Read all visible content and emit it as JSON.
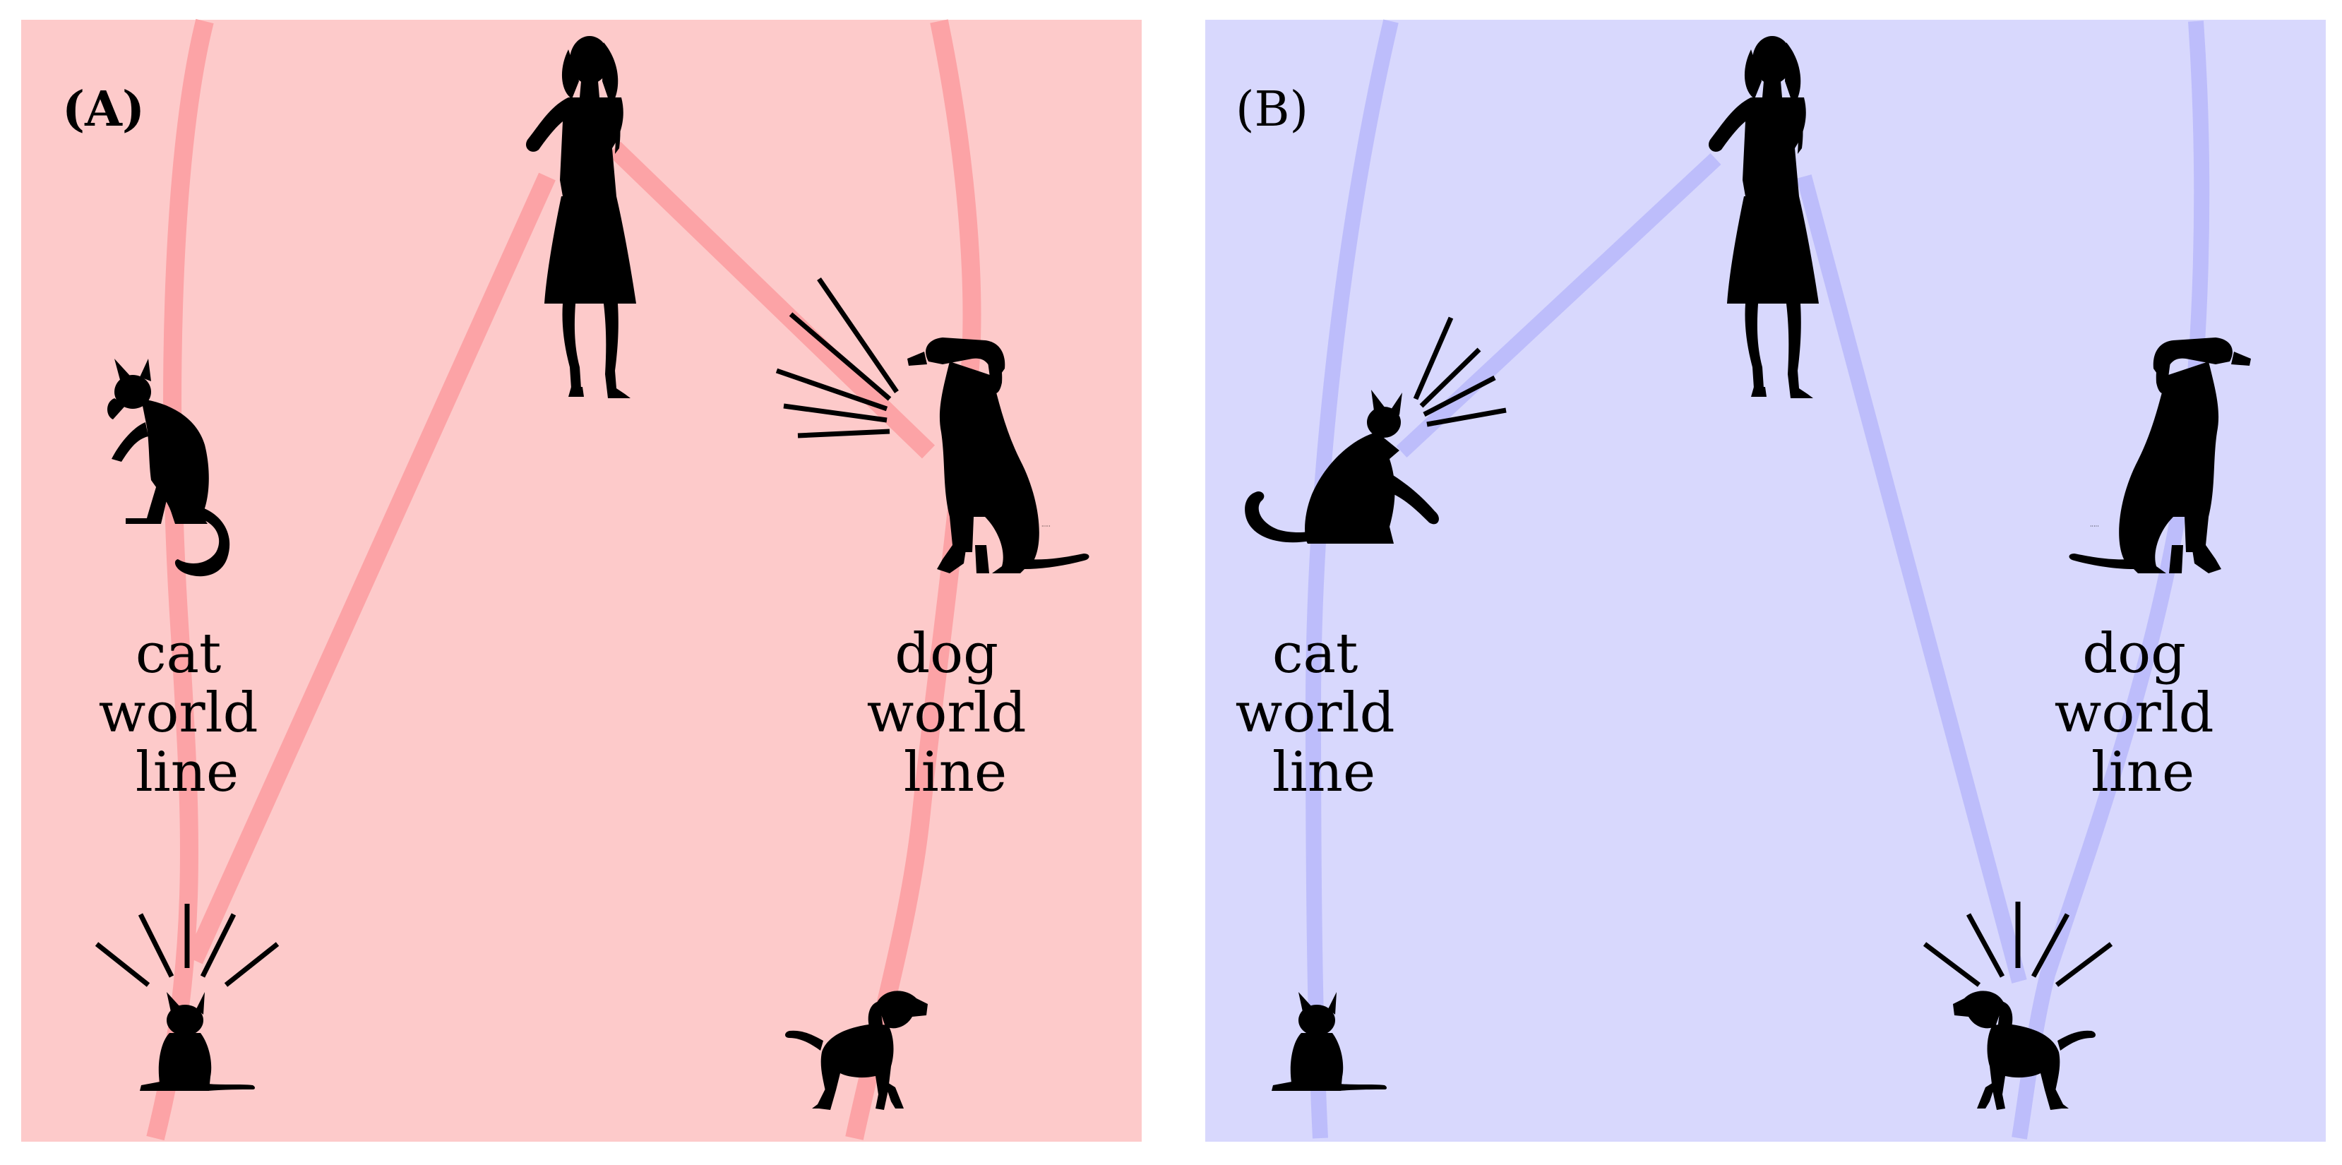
{
  "panels": [
    {
      "id": "A",
      "label": "(A)",
      "background": "#fdcaca",
      "line_color": "#fca3a6",
      "cat_label": [
        "cat",
        "world",
        "line"
      ],
      "dog_label": [
        "dog",
        "world",
        "line"
      ]
    },
    {
      "id": "B",
      "label": "(B)",
      "background": "#d8d8fd",
      "line_color": "#bdbdfb",
      "cat_label": [
        "cat",
        "world",
        "line"
      ],
      "dog_label": [
        "dog",
        "world",
        "line"
      ]
    }
  ],
  "icons": [
    "woman-silhouette-icon",
    "cat-silhouette-icon",
    "kitten-silhouette-icon",
    "dog-silhouette-icon",
    "puppy-silhouette-icon",
    "sound-burst-icon"
  ]
}
